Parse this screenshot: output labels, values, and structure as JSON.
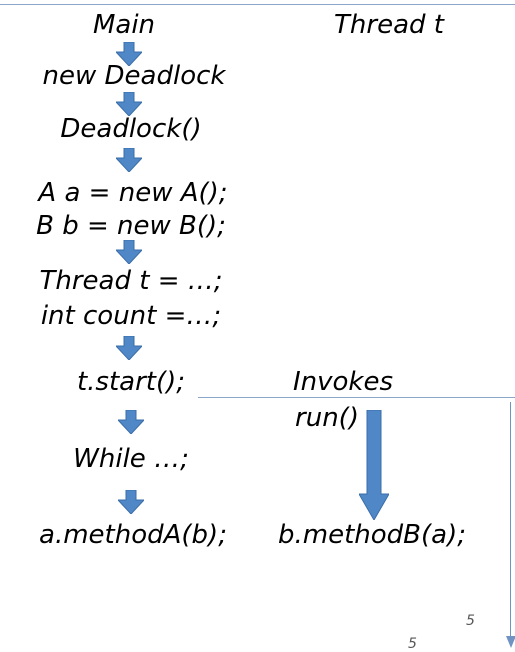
{
  "headers": {
    "main": "Main",
    "thread": "Thread t"
  },
  "main_steps": [
    "new Deadlock",
    "Deadlock()",
    "A a = new A();",
    "B b = new B();",
    "Thread t = …;",
    "int count =…;",
    "t.start();",
    "While …;",
    "a.methodA(b);"
  ],
  "thread_steps": {
    "invokes": "Invokes",
    "run": "run()",
    "method": "b.methodB(a);"
  },
  "page_numbers": [
    "5",
    "5"
  ],
  "colors": {
    "arrow_fill": "#4f87c7",
    "arrow_stroke": "#3b6ea8",
    "rule_line": "#8aa6c8",
    "timeline": "#6f94c4"
  }
}
